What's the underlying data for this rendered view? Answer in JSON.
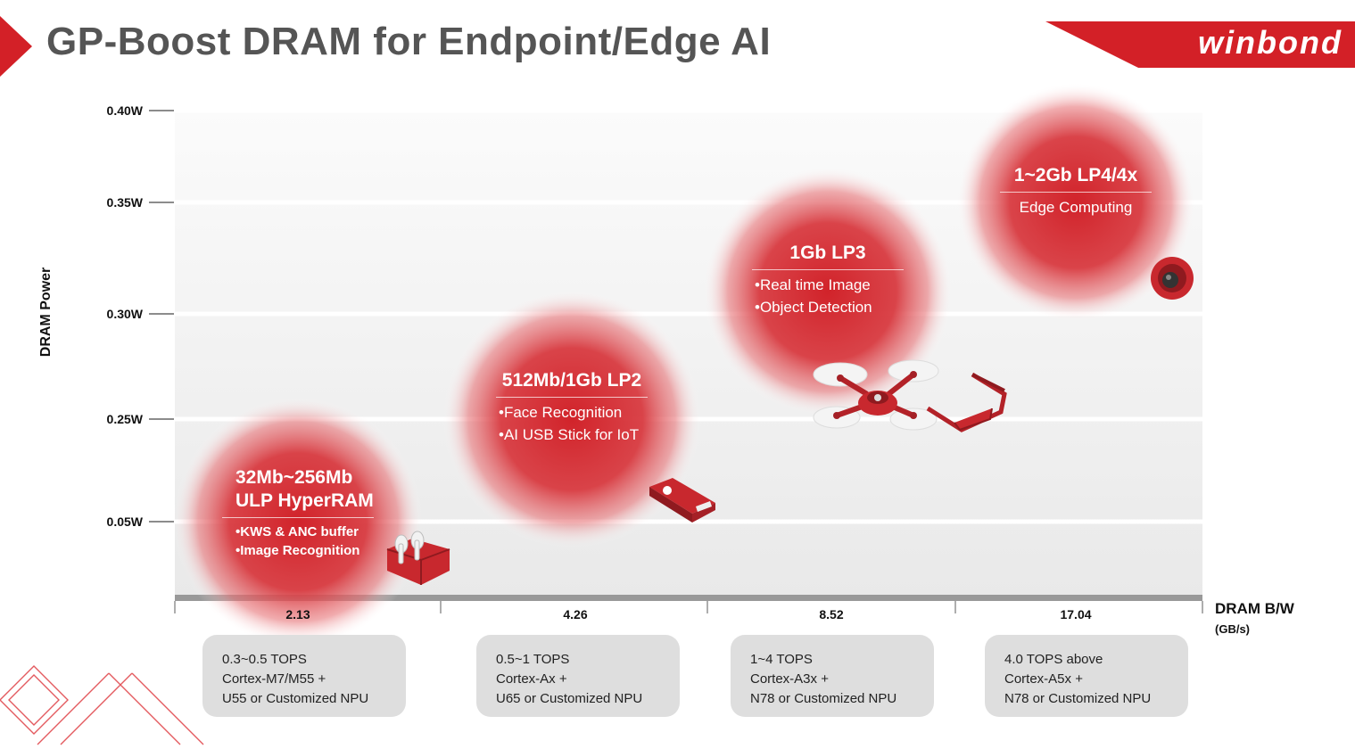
{
  "header": {
    "title": "GP-Boost DRAM for Endpoint/Edge AI",
    "logo": "winbond",
    "accent_color": "#d32027"
  },
  "chart_data": {
    "type": "scatter",
    "xlabel": "DRAM B/W",
    "x_unit": "(GB/s)",
    "ylabel": "DRAM Power",
    "categories": [
      "2.13",
      "4.26",
      "8.52",
      "17.04"
    ],
    "y_ticks": [
      "0.05W",
      "0.25W",
      "0.30W",
      "0.35W",
      "0.40W"
    ],
    "ylim": [
      0,
      0.4
    ],
    "grid": true,
    "points": [
      {
        "x": "2.13",
        "y": 0.05,
        "title": [
          "32Mb~256Mb",
          "ULP HyperRAM"
        ],
        "items": [
          "KWS & ANC buffer",
          "Image Recognition"
        ],
        "icon": "earbuds-case-icon"
      },
      {
        "x": "4.26",
        "y": 0.25,
        "title": [
          "512Mb/1Gb LP2"
        ],
        "items": [
          "Face Recognition",
          "AI USB Stick for IoT"
        ],
        "icon": "usb-stick-icon"
      },
      {
        "x": "8.52",
        "y": 0.31,
        "title": [
          "1Gb LP3"
        ],
        "items": [
          "Real time Image",
          "Object Detection"
        ],
        "icon": "drone-icon"
      },
      {
        "x": "17.04",
        "y": 0.35,
        "title": [
          "1~2Gb LP4/4x"
        ],
        "items": [
          "Edge Computing"
        ],
        "icon": "camera-icon"
      }
    ],
    "boxes": [
      [
        "0.3~0.5 TOPS",
        "Cortex-M7/M55 +",
        "U55 or Customized NPU"
      ],
      [
        "0.5~1 TOPS",
        "Cortex-Ax +",
        "U65 or Customized NPU"
      ],
      [
        "1~4 TOPS",
        "Cortex-A3x +",
        "N78  or Customized NPU"
      ],
      [
        "4.0 TOPS above",
        "Cortex-A5x +",
        "N78  or Customized NPU"
      ]
    ]
  }
}
